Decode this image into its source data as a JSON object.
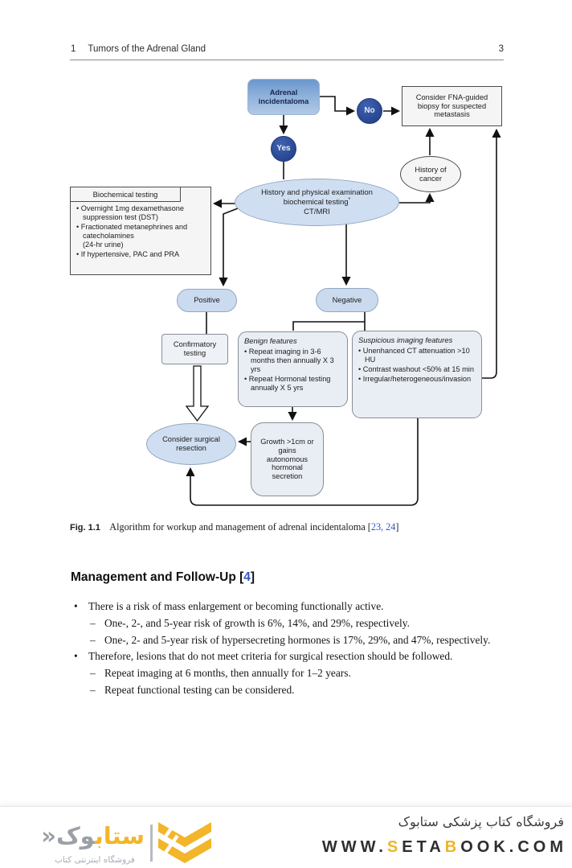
{
  "header": {
    "chapter_number": "1",
    "chapter_title": "Tumors of the Adrenal Gland",
    "page_number": "3"
  },
  "flowchart": {
    "adrenal": "Adrenal incidentaloma",
    "no": "No",
    "yes": "Yes",
    "fna": "Consider FNA-guided biopsy for suspected metastasis",
    "history_cancer": "History of cancer",
    "exam_line1": "History and physical examination",
    "exam_line2": "biochemical testing",
    "exam_footnote_mark": "*",
    "exam_line3": "CT/MRI",
    "biochem_title": "Biochemical testing",
    "biochem_items": [
      "Overnight 1mg dexamethasone suppression test (DST)",
      "Fractionated metanephrines and catecholamines\n(24-hr urine)",
      "If hypertensive, PAC and PRA"
    ],
    "positive": "Positive",
    "negative": "Negative",
    "confirmatory": "Confirmatory testing",
    "benign_title": "Benign features",
    "benign_items": [
      "Repeat imaging in 3-6 months then annually X 3 yrs",
      "Repeat Hormonal testing annually X 5 yrs"
    ],
    "suspicious_title": "Suspicious imaging features",
    "suspicious_items": [
      "Unenhanced CT attenuation >10 HU",
      "Contrast washout <50% at 15 min",
      "Irregular/heterogeneous/invasion"
    ],
    "surgical": "Consider surgical resection",
    "growth": "Growth >1cm or gains autonomous hormonal secretion"
  },
  "caption": {
    "label": "Fig. 1.1",
    "text": "Algorithm for workup and management of adrenal incidentaloma",
    "bracket_open": "[",
    "refs": "23, 24",
    "bracket_close": "]"
  },
  "section": {
    "title": "Management and Follow-Up",
    "bracket_open": "[",
    "ref": "4",
    "bracket_close": "]",
    "items": [
      {
        "text": "There is a risk of mass enlargement or becoming functionally active.",
        "subs": [
          "One-, 2-, and 5-year risk of growth is 6%, 14%, and 29%, respectively.",
          "One-, 2- and 5-year risk of hypersecreting hormones is 17%, 29%, and 47%, respectively."
        ]
      },
      {
        "text": "Therefore, lesions that do not meet criteria for surgical resection should be followed.",
        "subs": [
          "Repeat imaging at 6 months, then annually for 1–2 years.",
          "Repeat functional testing can be considered."
        ]
      }
    ]
  },
  "footer": {
    "logo": {
      "word_yellow": "ستاب",
      "word_gray": "وک",
      "guillemet": "«",
      "subtitle": "فروشگاه اینترنتی کتاب"
    },
    "store_line": "فروشگاه کتاب پزشکی ستابوک",
    "url_parts": [
      "WWW.",
      "S",
      "ETA",
      "B",
      "OOK.COM"
    ]
  },
  "colors": {
    "accent_navy": "#2c4a9c",
    "light_blue": "#cfdef1",
    "panel_gray": "#f5f5f6",
    "brand_yellow": "#f0b429",
    "link_blue": "#3457c4"
  }
}
